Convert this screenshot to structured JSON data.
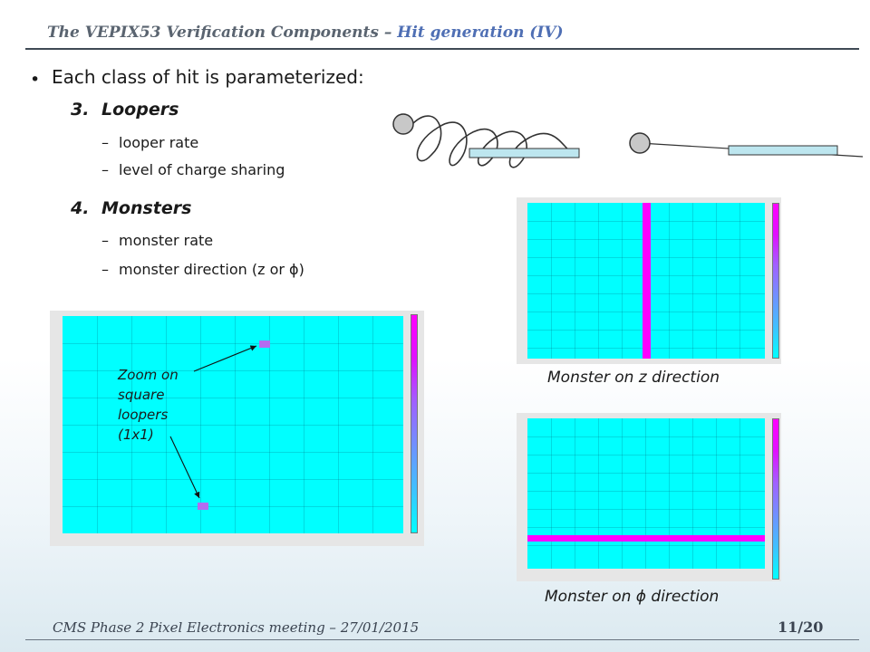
{
  "header": {
    "title_main": "The VEPIX53 Verification Components – ",
    "title_accent": "Hit generation (IV)"
  },
  "content": {
    "intro": "Each class of hit is parameterized:",
    "sections": [
      {
        "number": "3.",
        "heading": "Loopers",
        "items": [
          "looper rate",
          "level of charge sharing"
        ]
      },
      {
        "number": "4.",
        "heading": "Monsters",
        "items": [
          "monster rate",
          "monster direction (z or ϕ)"
        ]
      }
    ],
    "bullet_dash": "–",
    "bullet_dot": "•"
  },
  "figures": {
    "callout": "Zoom on square loopers (1x1)",
    "caption_z": "Monster on z direction",
    "caption_phi": "Monster on ϕ direction"
  },
  "footer": {
    "meeting": "CMS Phase 2 Pixel Electronics meeting – 27/01/2015",
    "page": "11/20"
  },
  "colors": {
    "plot_background": "#00ffff",
    "monster_stripe": "#ff00ff",
    "looper_square": "#b36cf0",
    "title_accent": "#4f6fb4"
  }
}
